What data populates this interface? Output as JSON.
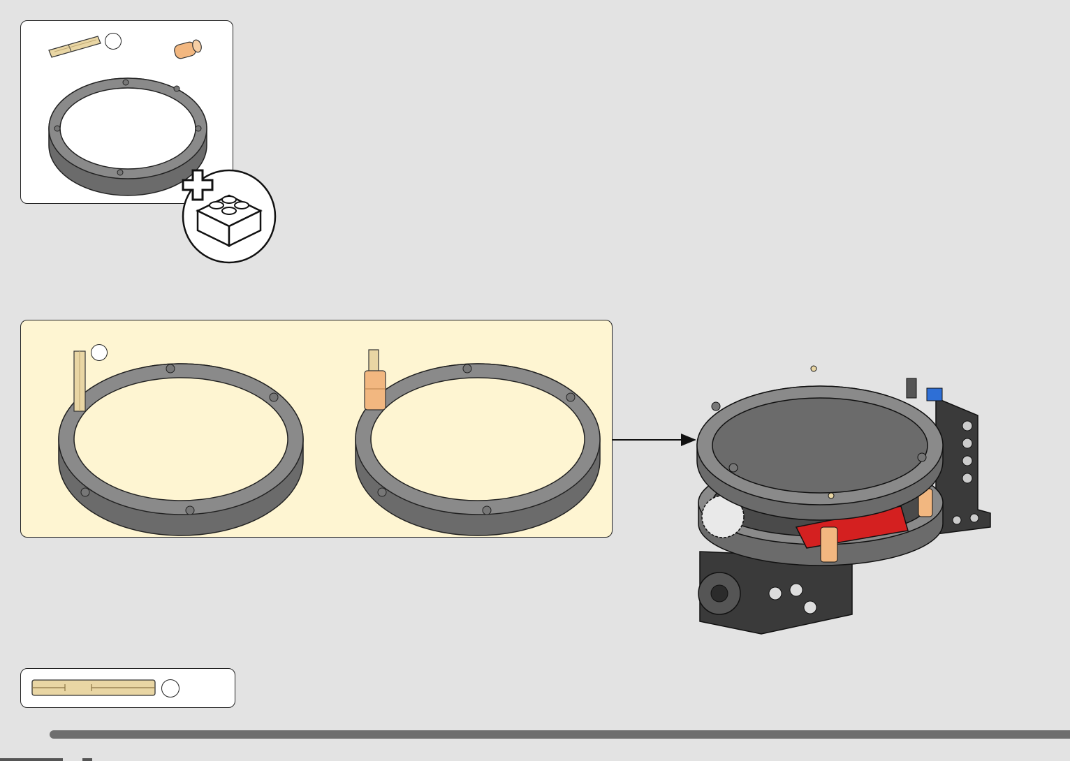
{
  "parts_list": {
    "items": [
      {
        "part": "axle-pin",
        "color": "#e9d6a4",
        "quantity": ""
      },
      {
        "part": "bush",
        "color": "#f2b780",
        "quantity": ""
      },
      {
        "part": "turntable-ring",
        "color": "#7a7a7a",
        "quantity": ""
      }
    ],
    "extra_parts_icon": "add-brick-icon"
  },
  "substep": {
    "frames": [
      {
        "callout": ""
      },
      {
        "callout": ""
      }
    ]
  },
  "reference": {
    "length_badge": ""
  },
  "colors": {
    "background": "#e3e3e3",
    "callout_bg": "#fef5d2",
    "ring_gray": "#7a7a7a",
    "tan": "#e9d6a4",
    "orange": "#f2b780",
    "red": "#d42020",
    "blue": "#2e6fd6",
    "progress": "#6e6e6e"
  }
}
